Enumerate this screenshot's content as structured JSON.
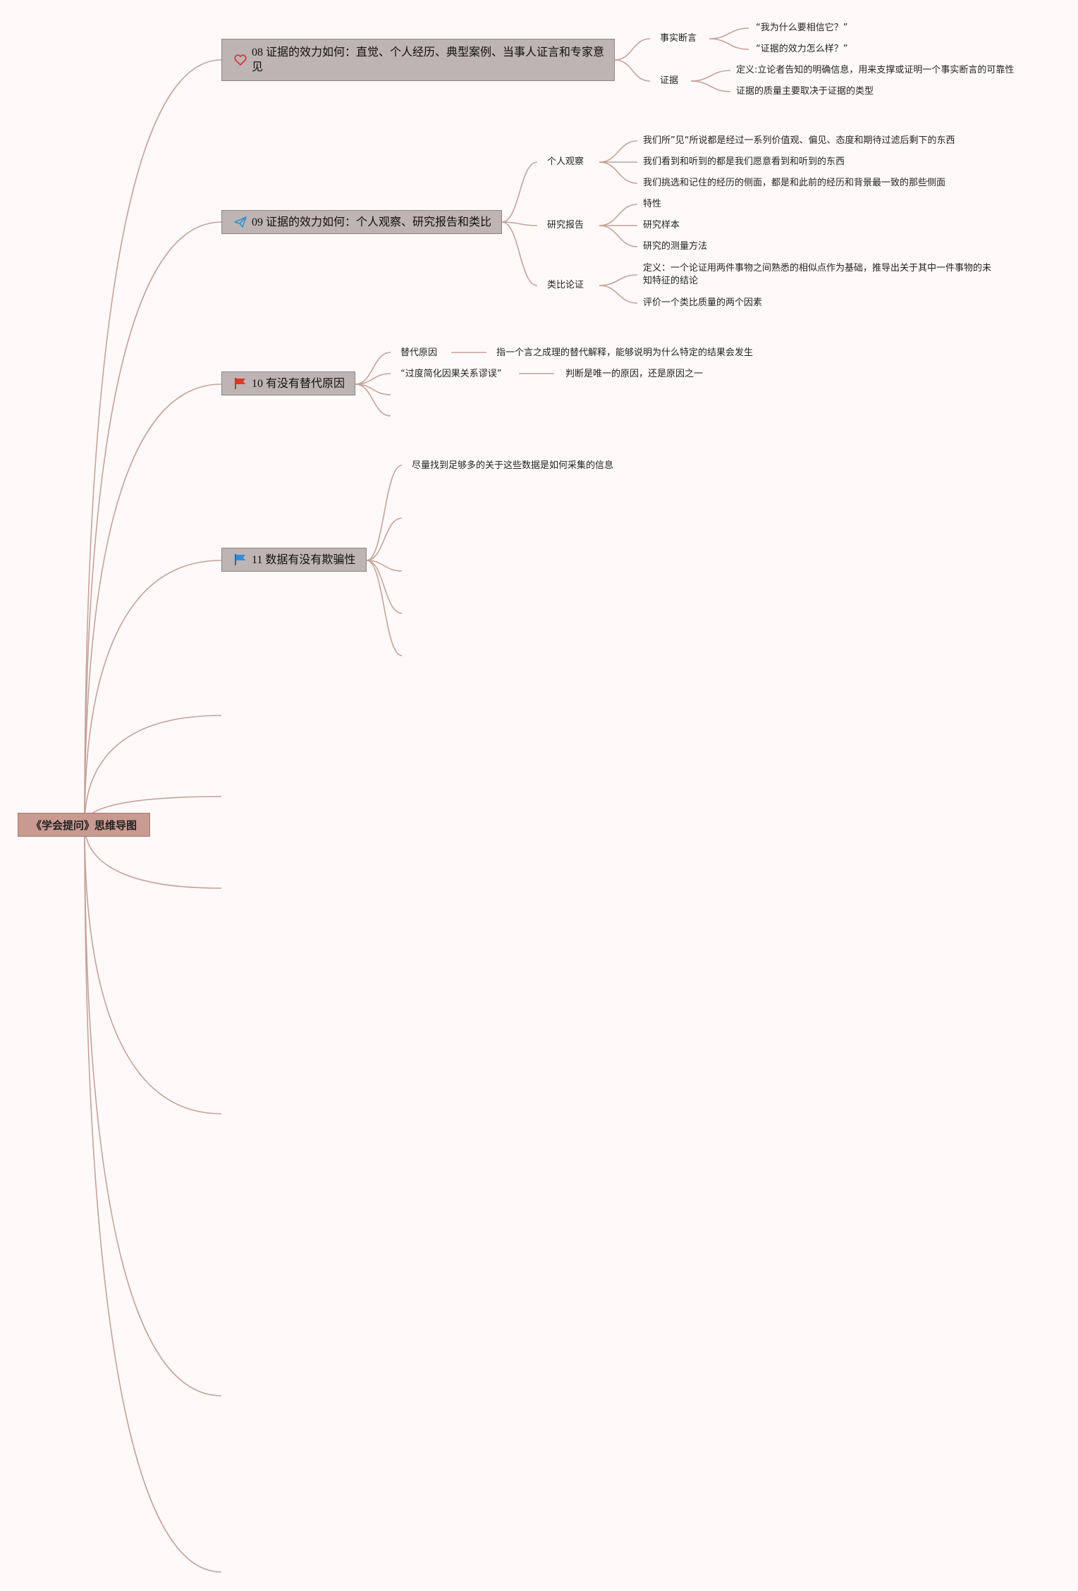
{
  "root": {
    "label": "《学会提问》思维导图"
  },
  "topics": [
    {
      "label": "08 证据的效力如何：直觉、个人经历、典型案例、当事人证言和专家意见",
      "icon": "heart-icon",
      "children": [
        {
          "label": "事实断言",
          "children": [
            "“我为什么要相信它？”",
            "“证据的效力怎么样？”"
          ]
        },
        {
          "label": "证据",
          "children": [
            "定义:立论者告知的明确信息，用来支撑或证明一个事实断言的可靠性",
            "证据的质量主要取决于证据的类型"
          ]
        }
      ]
    },
    {
      "label": "09 证据的效力如何：个人观察、研究报告和类比",
      "icon": "paper-plane-icon",
      "children": [
        {
          "label": "个人观察",
          "children": [
            "我们所”见“所说都是经过一系列价值观、偏见、态度和期待过滤后剩下的东西",
            "我们看到和听到的都是我们愿意看到和听到的东西",
            "我们挑选和记住的经历的侧面，都是和此前的经历和背景最一致的那些侧面"
          ]
        },
        {
          "label": "研究报告",
          "children": [
            "特性",
            "研究样本",
            "研究的测量方法"
          ]
        },
        {
          "label": "类比论证",
          "children": [
            "定义：一个论证用两件事物之间熟悉的相似点作为基础，推导出关于其中一件事物的未知特征的结论",
            "评价一个类比质量的两个因素"
          ]
        }
      ]
    },
    {
      "label": "10 有没有替代原因",
      "icon": "red-flag-icon",
      "children": [
        {
          "label": "替代原因",
          "detail": "指一个言之成理的替代解释，能够说明为什么特定的结果会发生"
        },
        {
          "label": "“过度简化因果关系谬误”",
          "detail": "判断是唯一的原因，还是原因之一"
        }
      ]
    },
    {
      "label": "11 数据有没有欺骗性",
      "icon": "blue-flag-icon",
      "children": [
        {
          "label": "尽量找到足够多的关于这些数据是如何采集的信息"
        }
      ]
    }
  ],
  "colors": {
    "line": "#c4a29b",
    "root_bg": "#c99a91",
    "topic_bg": "#bdb4b3",
    "bg": "#fffaf9"
  }
}
